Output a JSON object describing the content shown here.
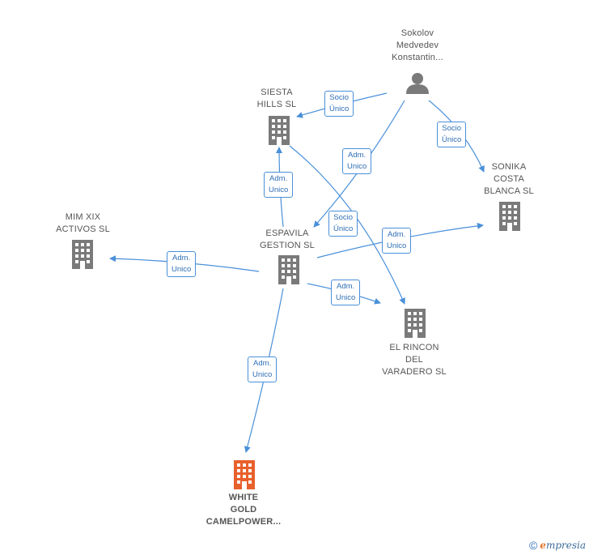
{
  "nodes": {
    "sokolov": {
      "label": "Sokolov\nMedvedev\nKonstantin...",
      "icon": "person-icon"
    },
    "siesta": {
      "label": "SIESTA\nHILLS SL",
      "icon": "building-icon"
    },
    "sonika": {
      "label": "SONIKA\nCOSTA\nBLANCA SL",
      "icon": "building-icon"
    },
    "mim": {
      "label": "MIM XIX\nACTIVOS SL",
      "icon": "building-icon"
    },
    "espavila": {
      "label": "ESPAVILA\nGESTION SL",
      "icon": "building-icon"
    },
    "rincon": {
      "label": "EL RINCON\nDEL\nVARADERO SL",
      "icon": "building-icon"
    },
    "white": {
      "label": "WHITE\nGOLD\nCAMELPOWER...",
      "icon": "building-icon"
    }
  },
  "edges": {
    "sokolov_siesta": "Socio\nÚnico",
    "sokolov_sonika": "Socio\nÚnico",
    "sokolov_espavila": "Adm.\nUnico",
    "espavila_siesta": "Adm.\nUnico",
    "siesta_rincon": "Socio\nÚnico",
    "espavila_sonika": "Adm.\nUnico",
    "espavila_mim": "Adm.\nUnico",
    "espavila_rincon": "Adm.\nUnico",
    "espavila_white": "Adm.\nUnico"
  },
  "colors": {
    "edge": "#4a90d9",
    "building": "#7a7a7a",
    "focus_building": "#e8602c",
    "person": "#7a7a7a"
  },
  "footer": {
    "copyright": "©",
    "brand_first": "e",
    "brand_rest": "mpresia"
  }
}
